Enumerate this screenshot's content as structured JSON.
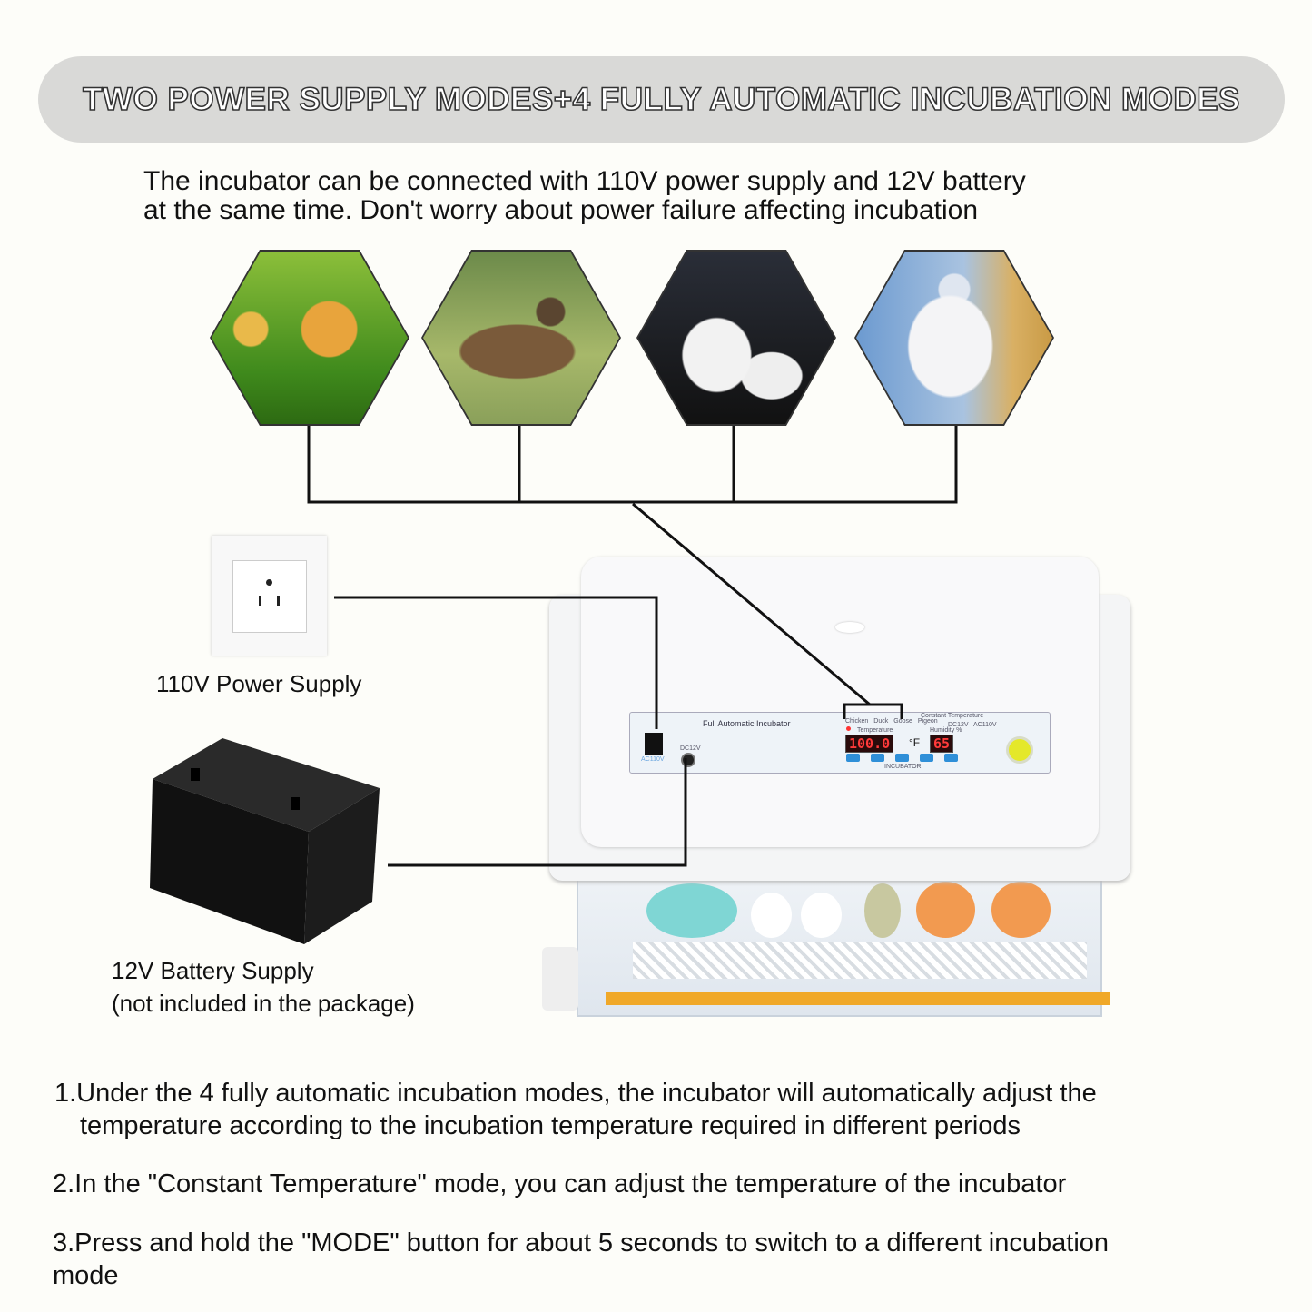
{
  "title": "TWO POWER SUPPLY MODES+4 FULLY AUTOMATIC INCUBATION MODES",
  "intro": {
    "line1": "The incubator can be connected with 110V power supply and 12V battery",
    "line2": "at the same time. Don't worry about power failure affecting incubation"
  },
  "birds": [
    "chicken",
    "duck",
    "goose",
    "pigeon"
  ],
  "power_label": "110V Power Supply",
  "battery_label": {
    "line1": "12V Battery Supply",
    "line2": "(not included in the package)"
  },
  "panel": {
    "brand": "Full Automatic Incubator",
    "ac_label": "AC110V",
    "dc_label": "DC12V",
    "modes": [
      "Chicken",
      "Duck",
      "Goose",
      "Pigeon",
      "Constant Temperature",
      "DC12V",
      "AC110V"
    ],
    "temperature_label": "Temperature",
    "temperature_value": "100.0",
    "temperature_unit": "°F",
    "humidity_label": "Humidity %",
    "humidity_value": "65",
    "footer": "INCUBATOR"
  },
  "notes": {
    "n1_line1": "1.Under the 4 fully automatic incubation modes, the incubator will automatically adjust the",
    "n1_line2": "temperature according to the incubation temperature required in different periods",
    "n2": "2.In the \"Constant Temperature\" mode, you can adjust the temperature of the incubator",
    "n3_line1": "3.Press and hold the \"MODE\" button for about 5 seconds to switch to a different incubation",
    "n3_line2": "mode"
  },
  "colors": {
    "accent_led": "#ff3a3a",
    "button_blue": "#2f8fd8",
    "pill_bg": "#d9d9d7"
  }
}
